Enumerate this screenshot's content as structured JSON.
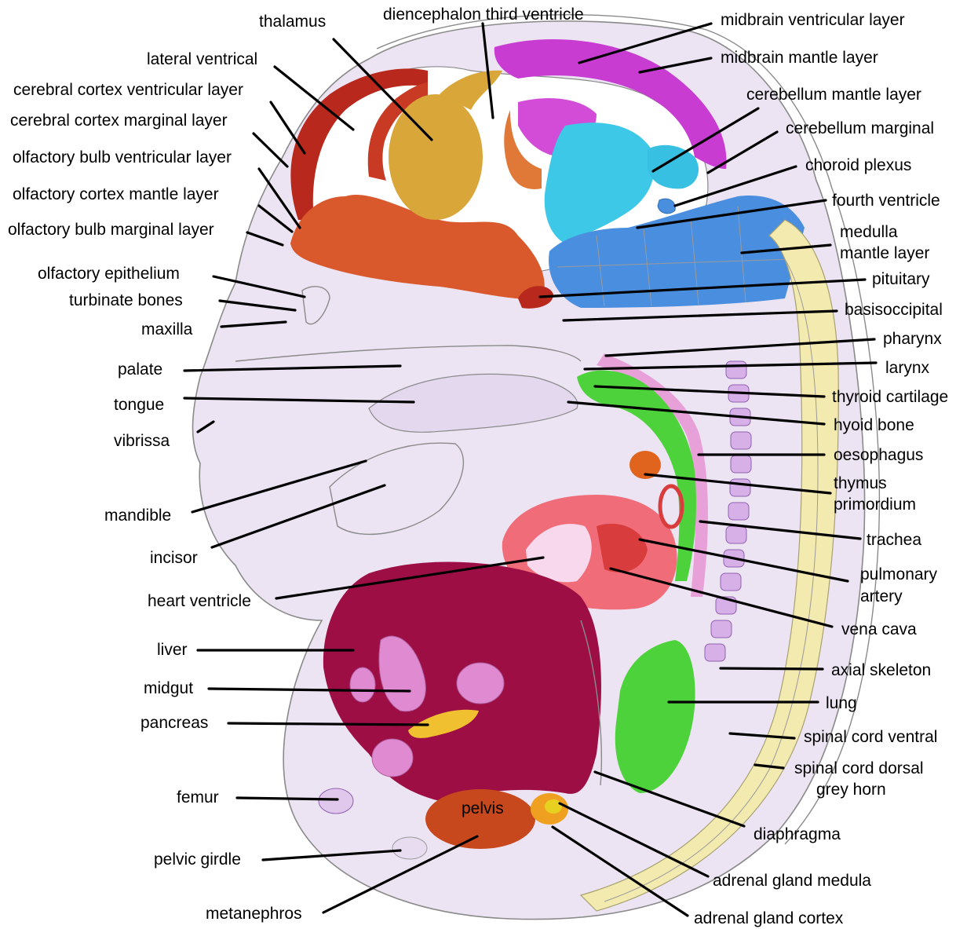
{
  "colors": {
    "cortex_dark": "#b8281c",
    "cortex_mid": "#d9582c",
    "thalamus": "#d9a63a",
    "midbrain_magenta": "#c83cd2",
    "cerebellum_cyan": "#3cc8e6",
    "medulla_blue": "#4a8ee0",
    "spine_cream": "#f3eab0",
    "tissue_lilac": "#ece4f2",
    "liver_maroon": "#9c0e44",
    "lung_green": "#4ed23c",
    "heart_pink": "#f06c78",
    "midgut_pink": "#e08ad2",
    "pelvis_brown": "#c8481e",
    "adrenal_orange": "#f0a020",
    "pancreas_yellow": "#f0c030",
    "thymus_orange": "#e0641e"
  },
  "labels": {
    "diencephalon_third_ventricle": "diencephalon third ventricle",
    "thalamus": "thalamus",
    "lateral_ventrical": "lateral ventrical",
    "cerebral_cortex_ventricular_layer": "cerebral cortex ventricular layer",
    "cerebral_cortex_marginal_layer": "cerebral cortex marginal layer",
    "olfactory_bulb_ventricular_layer": "olfactory bulb ventricular layer",
    "olfactory_cortex_mantle_layer": "olfactory cortex mantle layer",
    "olfactory_bulb_marginal_layer": "olfactory bulb marginal layer",
    "olfactory_epithelium": "olfactory epithelium",
    "turbinate_bones": "turbinate bones",
    "maxilla": "maxilla",
    "palate": "palate",
    "tongue": "tongue",
    "vibrissa": "vibrissa",
    "mandible": "mandible",
    "incisor": "incisor",
    "heart_ventricle": "heart ventricle",
    "liver": "liver",
    "midgut": "midgut",
    "pancreas": "pancreas",
    "femur": "femur",
    "pelvic_girdle": "pelvic girdle",
    "metanephros": "metanephros",
    "pelvis": "pelvis",
    "midbrain_ventricular_layer": "midbrain ventricular layer",
    "midbrain_mantle_layer": "midbrain mantle layer",
    "cerebellum_mantle_layer": "cerebellum mantle layer",
    "cerebellum_marginal": "cerebellum marginal",
    "choroid_plexus": "choroid plexus",
    "fourth_ventricle": "fourth ventricle",
    "medulla_line1": "medulla",
    "medulla_line2": "mantle layer",
    "pituitary": "pituitary",
    "basisoccipital": "basisoccipital",
    "pharynx": "pharynx",
    "larynx": "larynx",
    "thyroid_cartilage": "thyroid cartilage",
    "hyoid_bone": "hyoid bone",
    "oesophagus": "oesophagus",
    "thymus_line1": "thymus",
    "thymus_line2": "primordium",
    "trachea": "trachea",
    "pulmonary_line1": "pulmonary",
    "pulmonary_line2": "artery",
    "vena_cava": "vena cava",
    "axial_skeleton": "axial skeleton",
    "lung": "lung",
    "spinal_cord_ventral": "spinal cord ventral",
    "spinal_dorsal_line1": "spinal cord dorsal",
    "spinal_dorsal_line2": "grey horn",
    "diaphragma": "diaphragma",
    "adrenal_gland_medula": "adrenal gland medula",
    "adrenal_gland_cortex": "adrenal gland cortex"
  }
}
